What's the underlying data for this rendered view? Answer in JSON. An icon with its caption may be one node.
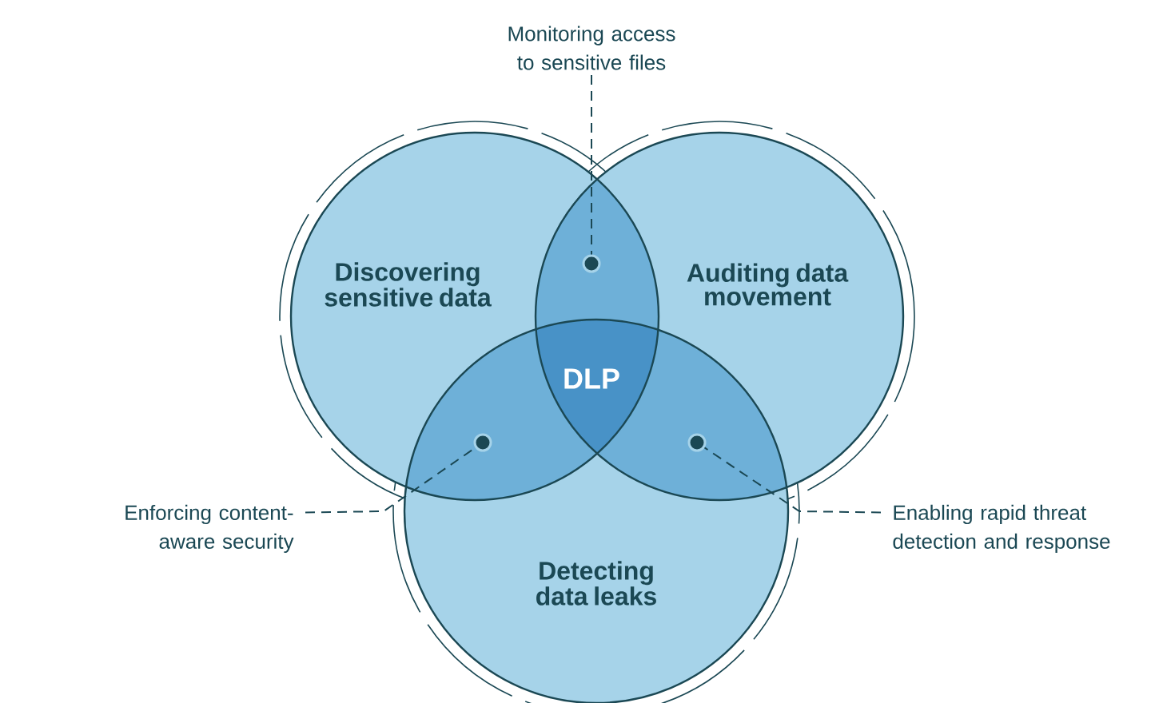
{
  "diagram": {
    "nodes": [
      {
        "text": [
          "Monitoring access to sensitive files"
        ]
      },
      {
        "text": [
          "Discovering sensitive data"
        ]
      },
      {
        "text": [
          "Auditing data movement"
        ]
      },
      {
        "text": [],
        "shape": "circle"
      },
      {
        "text": [
          "DLP"
        ]
      },
      {
        "text": [],
        "shape": "circle"
      },
      {
        "text": [],
        "shape": "circle"
      },
      {
        "text": [
          "Enforcing content-aware security"
        ]
      },
      {
        "text": [
          "Enabling rapid threat detection and response"
        ]
      },
      {
        "text": [
          "Detecting data leaks"
        ]
      }
    ],
    "edges": [
      {
        "from": 0,
        "to": 3,
        "arrow": "none",
        "style": "dashed"
      },
      {
        "from": 7,
        "to": 5,
        "arrow": "none",
        "style": "dashed"
      },
      {
        "from": 8,
        "to": 6,
        "arrow": "none",
        "style": "dashed"
      }
    ]
  }
}
